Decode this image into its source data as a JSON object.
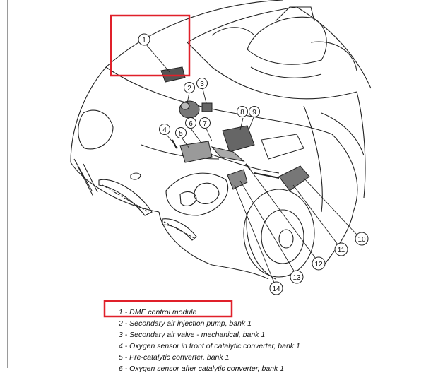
{
  "diagram": {
    "callouts": [
      "1",
      "2",
      "3",
      "4",
      "5",
      "6",
      "7",
      "8",
      "9",
      "10",
      "11",
      "12",
      "13",
      "14"
    ],
    "legend": [
      "1 - DME control module",
      "2 - Secondary air injection pump, bank 1",
      "3 - Secondary air valve - mechanical, bank 1",
      "4 - Oxygen sensor in front of catalytic converter, bank 1",
      "5 - Pre-catalytic converter, bank 1",
      "6 - Oxygen sensor after catalytic converter, bank 1"
    ],
    "highlight_color": "#e0202a",
    "line_color": "#222222"
  }
}
